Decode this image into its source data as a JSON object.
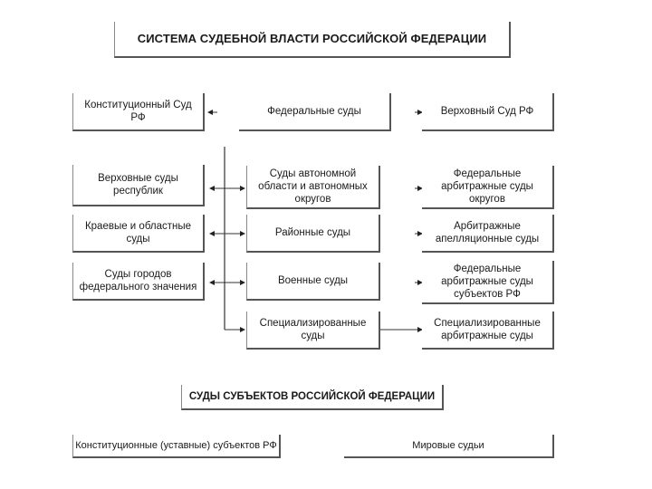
{
  "title": "СИСТЕМА СУДЕБНОЙ ВЛАСТИ РОССИЙСКОЙ ФЕДЕРАЦИИ",
  "top_row": {
    "constitutional": "Конституционный Суд\nРФ",
    "federal": "Федеральные суды",
    "supreme": "Верховный Суд РФ"
  },
  "left_column": [
    "Верховные суды\nреспублик",
    "Краевые и областные\nсуды",
    "Суды городов\nфедерального значения"
  ],
  "middle_column": [
    "Суды автономной\nобласти и автономных\nокругов",
    "Районные суды",
    "Военные суды",
    "Специализированные\nсуды"
  ],
  "right_column": [
    "Федеральные\nарбитражные суды\nокругов",
    "Арбитражные\nапелляционные суды",
    "Федеральные\nарбитражные суды\nсубъектов РФ",
    "Специализированные\nарбитражные суды"
  ],
  "subjects_title": "СУДЫ СУБЪЕКТОВ РОССИЙСКОЙ ФЕДЕРАЦИИ",
  "bottom_row": {
    "constitutional_subjects": "Конституционные (уставные) субъектов РФ",
    "magistrates": "Мировые судьи"
  }
}
